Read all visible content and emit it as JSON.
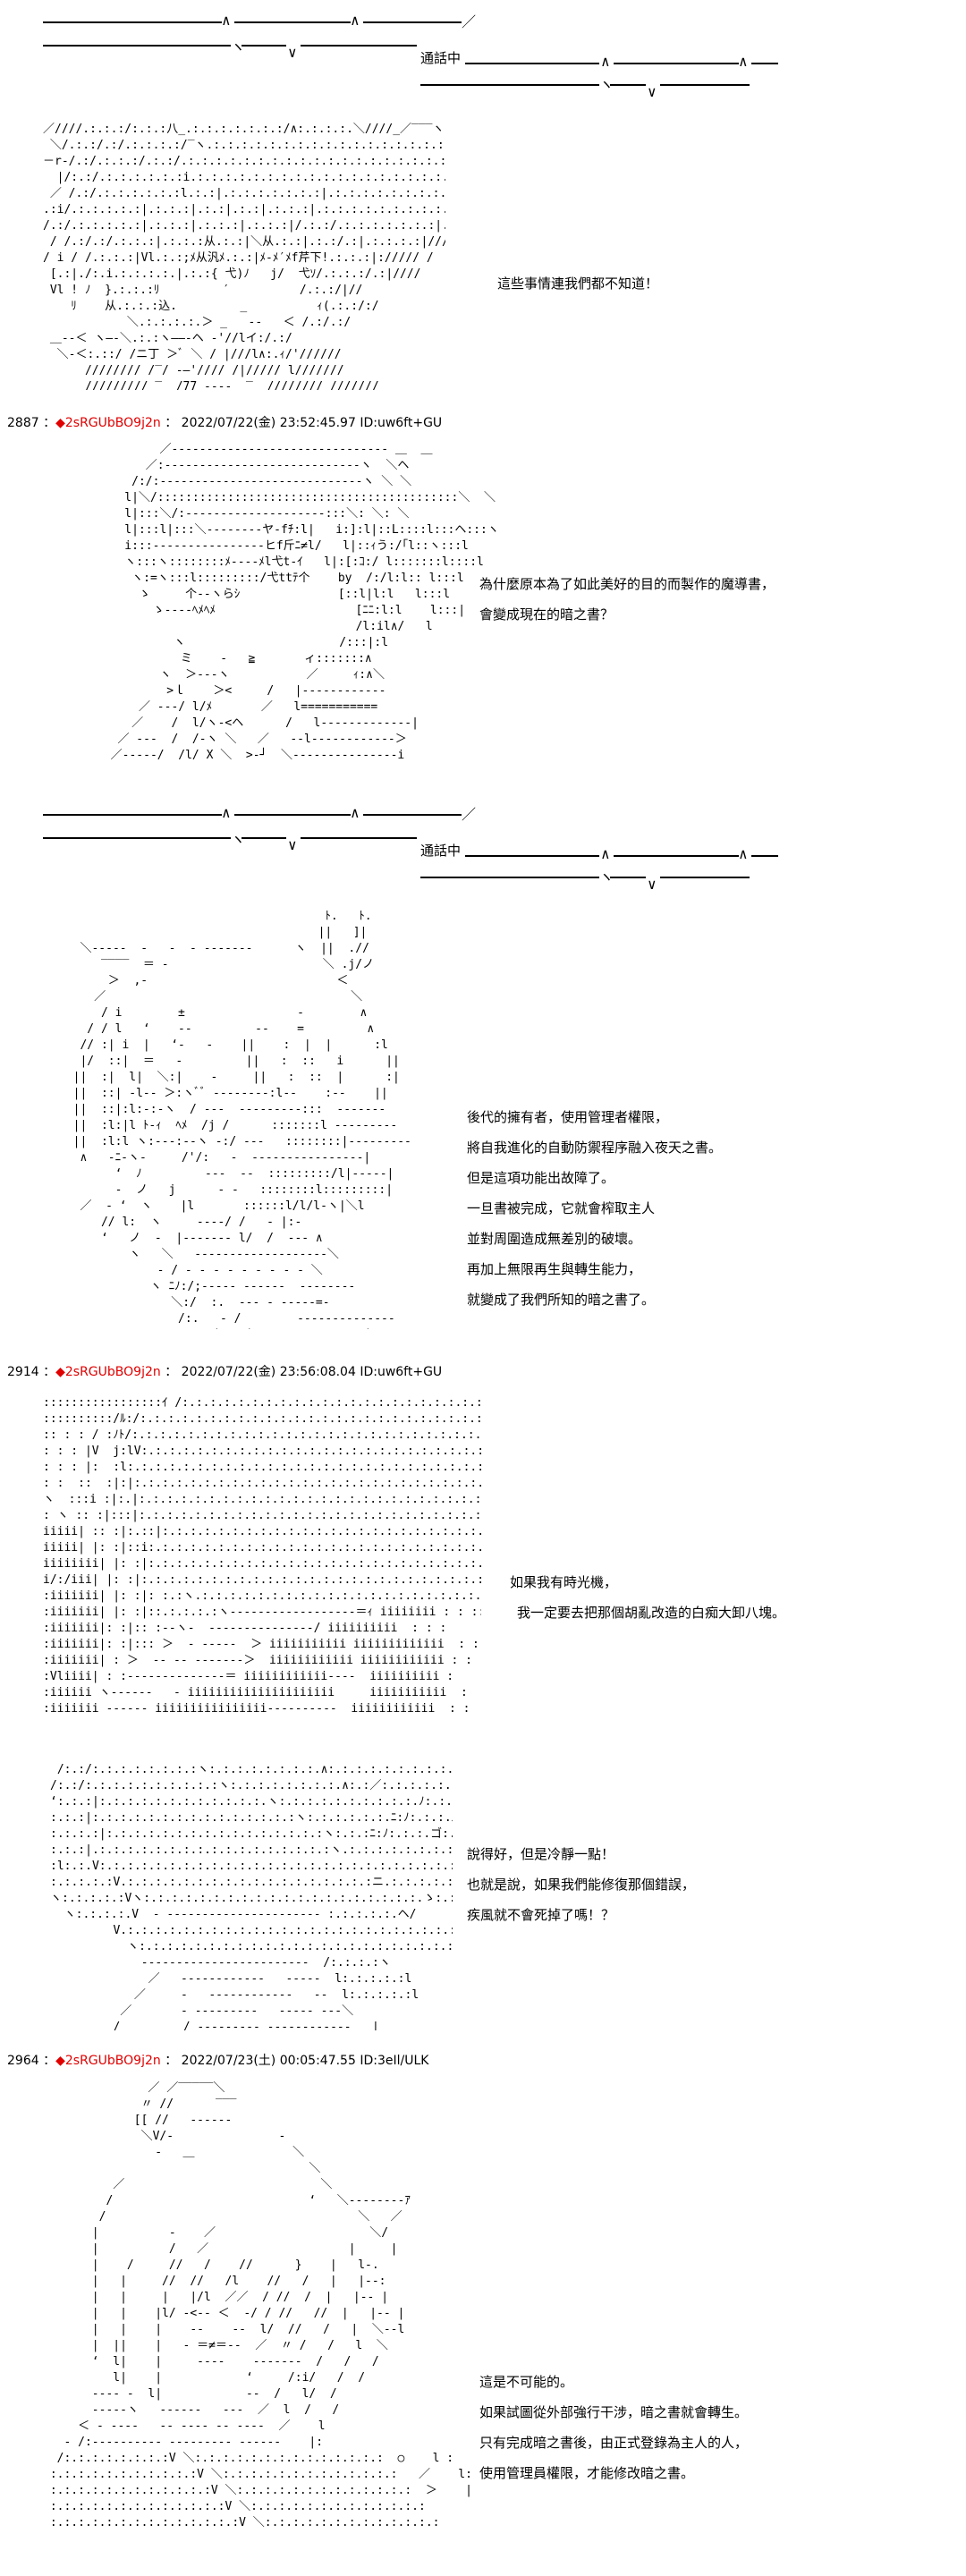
{
  "phone_label": "通話中",
  "posts": [
    {
      "number": "2887",
      "name": "2sRGUbBO9j2n",
      "datetime": "2022/07/22(金) 23:52:45.97",
      "id": "ID:uw6ft+GU"
    },
    {
      "number": "2914",
      "name": "2sRGUbBO9j2n",
      "datetime": "2022/07/22(金) 23:56:08.04",
      "id": "ID:uw6ft+GU"
    },
    {
      "number": "2964",
      "name": "2sRGUbBO9j2n",
      "datetime": "2022/07/23(土) 00:05:47.55",
      "id": "ID:3eIl/ULK"
    }
  ],
  "dialogs": {
    "d1": [
      "這些事情連我們都不知道！"
    ],
    "d2": [
      "為什麼原本為了如此美好的目的而製作的魔導書，",
      "會變成現在的暗之書？"
    ],
    "d3": [
      "後代的擁有者，使用管理者權限，",
      "將自我進化的自動防禦程序融入夜天之書。",
      "但是這項功能出故障了。",
      "一旦書被完成，它就會榨取主人",
      "並對周圍造成無差別的破壞。",
      "再加上無限再生與轉生能力，",
      "就變成了我們所知的暗之書了。"
    ],
    "d4": [
      "如果我有時光機，",
      "我一定要去把那個胡亂改造的白痴大卸八塊。"
    ],
    "d5": [
      "說得好，但是冷靜一點！",
      "也就是說，如果我們能修復那個錯誤，",
      "疾風就不會死掉了嗎！？"
    ],
    "d6": [
      "這是不可能的。",
      "如果試圖從外部強行干涉，暗之書就會轉生。",
      "只有完成暗之書後，由正式登錄為主人的人，",
      "使用管理員權限，才能修改暗之書。"
    ]
  }
}
